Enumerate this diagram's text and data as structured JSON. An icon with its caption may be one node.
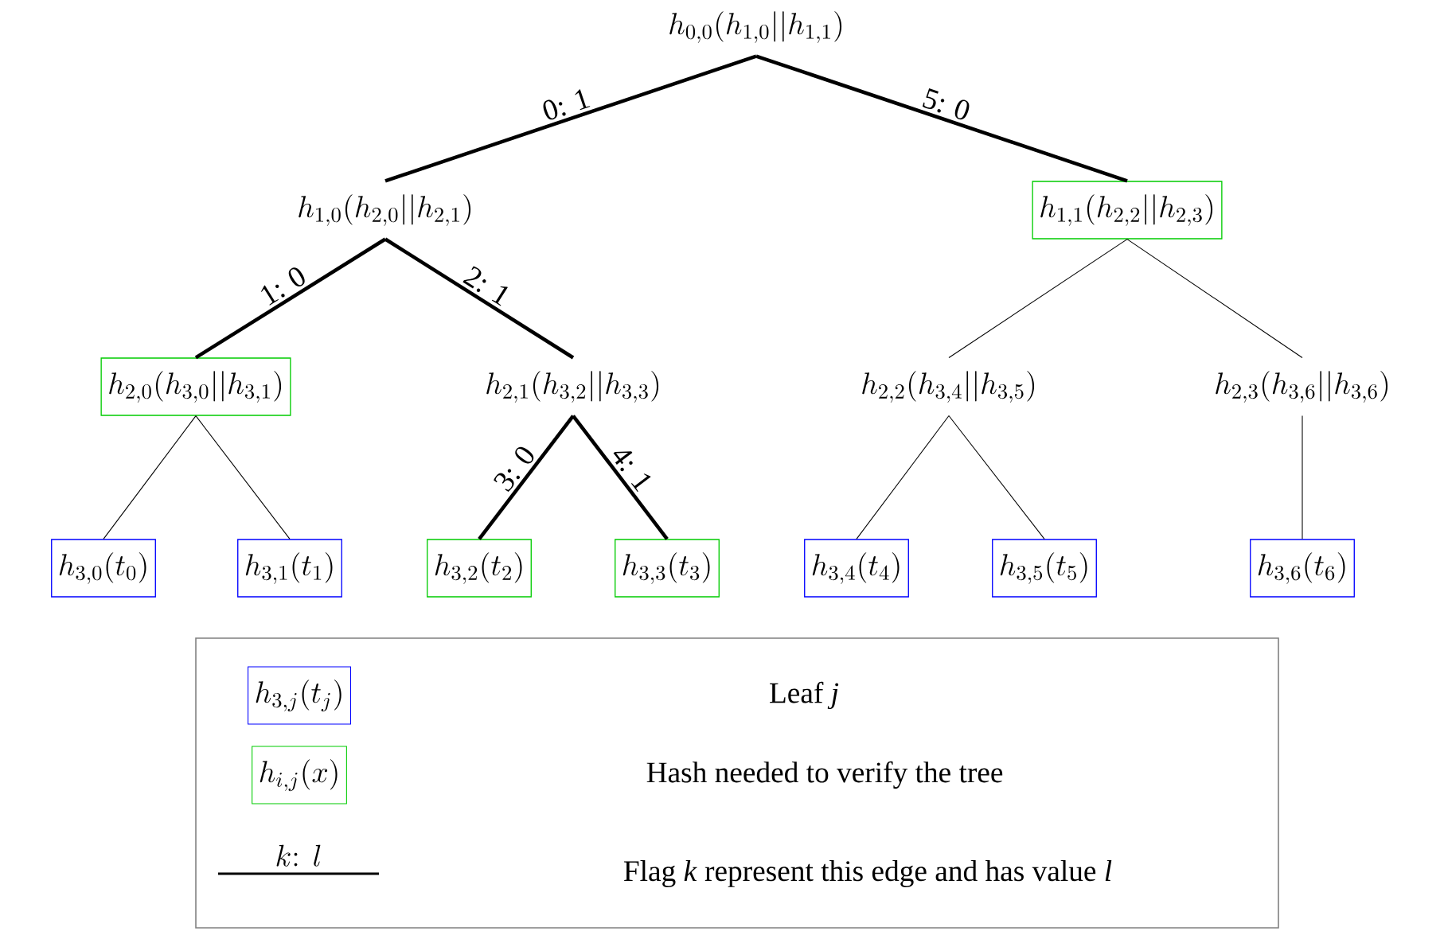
{
  "diagram": {
    "nodes": [
      {
        "text": [
          "h_{0,0}(h_{1,0}||h_{1,1})"
        ]
      },
      {
        "text": [
          "h_{1,0}(h_{2,0}||h_{2,1})"
        ]
      },
      {
        "text": [
          "h_{1,1}(h_{2,2}||h_{2,3})"
        ]
      },
      {
        "text": [
          "h_{2,0}(h_{3,0}||h_{3,1})"
        ]
      },
      {
        "text": [
          "h_{2,1}(h_{3,2}||h_{3,3})"
        ]
      },
      {
        "text": [
          "h_{2,2}(h_{3,4}||h_{3,5})"
        ]
      },
      {
        "text": [
          "h_{2,3}(h_{3,6}||h_{3,6})"
        ]
      },
      {
        "text": [
          "h_{3,0}(t_0)"
        ]
      },
      {
        "text": [
          "h_{3,1}(t_1)"
        ]
      },
      {
        "text": [
          "h_{3,2}(t_2)"
        ]
      },
      {
        "text": [
          "h_{3,3}(t_3)"
        ]
      },
      {
        "text": [
          "h_{3,4}(t_4)"
        ]
      },
      {
        "text": [
          "h_{3,5}(t_5)"
        ]
      },
      {
        "text": [
          "h_{3,6}(t_6)"
        ]
      }
    ],
    "edges": [
      {
        "from": 0,
        "to": 1,
        "arrow": "none",
        "label": "0: 1",
        "style": "thick"
      },
      {
        "from": 0,
        "to": 2,
        "arrow": "none",
        "label": "5: 0",
        "style": "thick"
      },
      {
        "from": 1,
        "to": 3,
        "arrow": "none",
        "label": "1: 0",
        "style": "thick"
      },
      {
        "from": 1,
        "to": 4,
        "arrow": "none",
        "label": "2: 1",
        "style": "thick"
      },
      {
        "from": 4,
        "to": 9,
        "arrow": "none",
        "label": "3: 0",
        "style": "thick"
      },
      {
        "from": 4,
        "to": 10,
        "arrow": "none",
        "label": "4: 1",
        "style": "thick"
      },
      {
        "from": 2,
        "to": 5,
        "arrow": "none"
      },
      {
        "from": 2,
        "to": 6,
        "arrow": "none"
      },
      {
        "from": 3,
        "to": 7,
        "arrow": "none"
      },
      {
        "from": 3,
        "to": 8,
        "arrow": "none"
      },
      {
        "from": 5,
        "to": 11,
        "arrow": "none"
      },
      {
        "from": 5,
        "to": 12,
        "arrow": "none"
      },
      {
        "from": 6,
        "to": 13,
        "arrow": "none"
      }
    ],
    "labels": [
      "h_{3,j}(t_j)",
      "h_{i,j}(x)",
      "k\\colon\\ l"
    ],
    "legend": [
      {
        "text": "Leaf *j*"
      },
      {
        "text": "Hash needed to verify the tree"
      },
      {
        "text": "Flag *k* represent this edge and has value *l*"
      }
    ]
  }
}
